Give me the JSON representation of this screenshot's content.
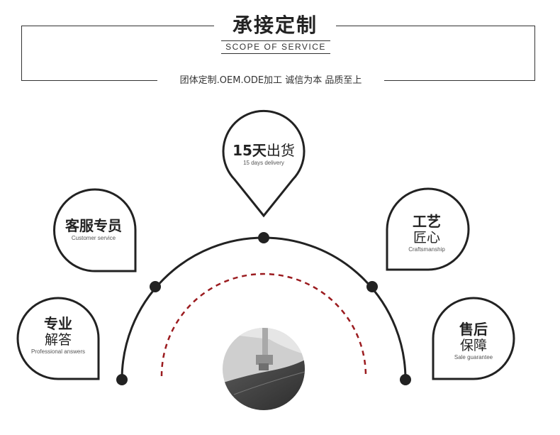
{
  "header": {
    "title": "承接定制",
    "subtitle": "SCOPE OF SERVICE",
    "tagline": "团体定制.OEM.ODE加工 诚信为本 品质至上"
  },
  "features": {
    "delivery": {
      "line1_bold": "15天",
      "line1_rest": "出货",
      "en": "15 days delivery"
    },
    "service": {
      "line1": "客服专员",
      "en": "Customer service"
    },
    "craft": {
      "line1": "工艺",
      "line2": "匠心",
      "en": "Craftsmanship"
    },
    "answers": {
      "line1": "专业",
      "line2": "解答",
      "en": "Professional answers"
    },
    "after_sales": {
      "line1": "售后",
      "line2": "保障",
      "en": "Sale guarantee"
    }
  },
  "colors": {
    "outline": "#222222",
    "dashed_arc": "#9b1b1f",
    "photo_bg": "#c9c9c9"
  },
  "icons": {
    "center_image": "sewing-machine-photo"
  }
}
